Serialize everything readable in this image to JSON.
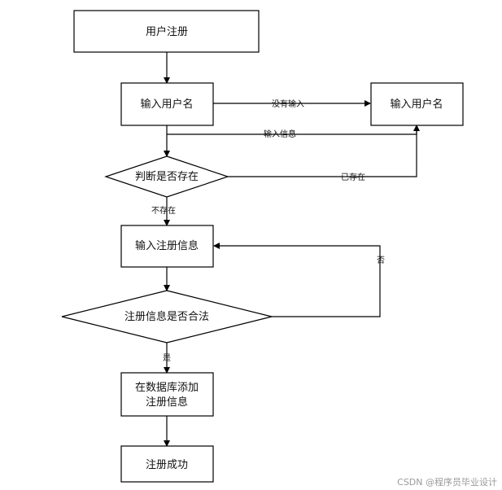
{
  "nodes": {
    "user_register": "用户注册",
    "input_username": "输入用户名",
    "input_username_right": "输入用户名",
    "check_exists": "判断是否存在",
    "input_register_info": "输入注册信息",
    "check_valid": "注册信息是否合法",
    "db_add_line1": "在数据库添加",
    "db_add_line2": "注册信息",
    "register_success": "注册成功"
  },
  "edges": {
    "no_input": "没有输入",
    "input_info": "输入信息",
    "already_exists": "已存在",
    "not_exists": "不存在",
    "no": "否",
    "yes": "是"
  },
  "watermark": "CSDN @程序员毕业设计"
}
